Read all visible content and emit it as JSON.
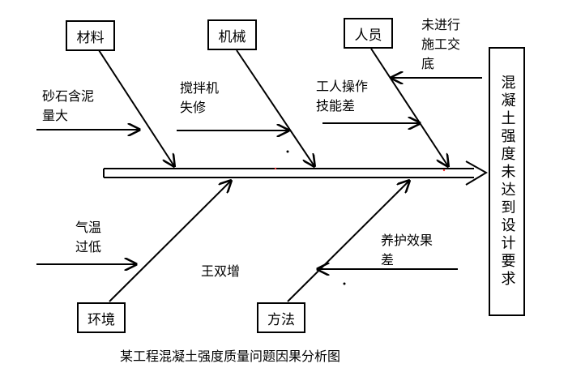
{
  "categories": {
    "materials": "材料",
    "machinery": "机械",
    "personnel": "人员",
    "environment": "环境",
    "method": "方法"
  },
  "causes": {
    "sand_mud": "砂石含泥\n量大",
    "mixer": "搅拌机\n失修",
    "skill": "工人操作\n技能差",
    "briefing": "未进行\n施工交\n底",
    "temperature": "气温\n过低",
    "curing": "养护效果\n差"
  },
  "effect": "混凝土强度未达到设计要求",
  "author": "王双增",
  "caption": "某工程混凝土强度质量问题因果分析图"
}
